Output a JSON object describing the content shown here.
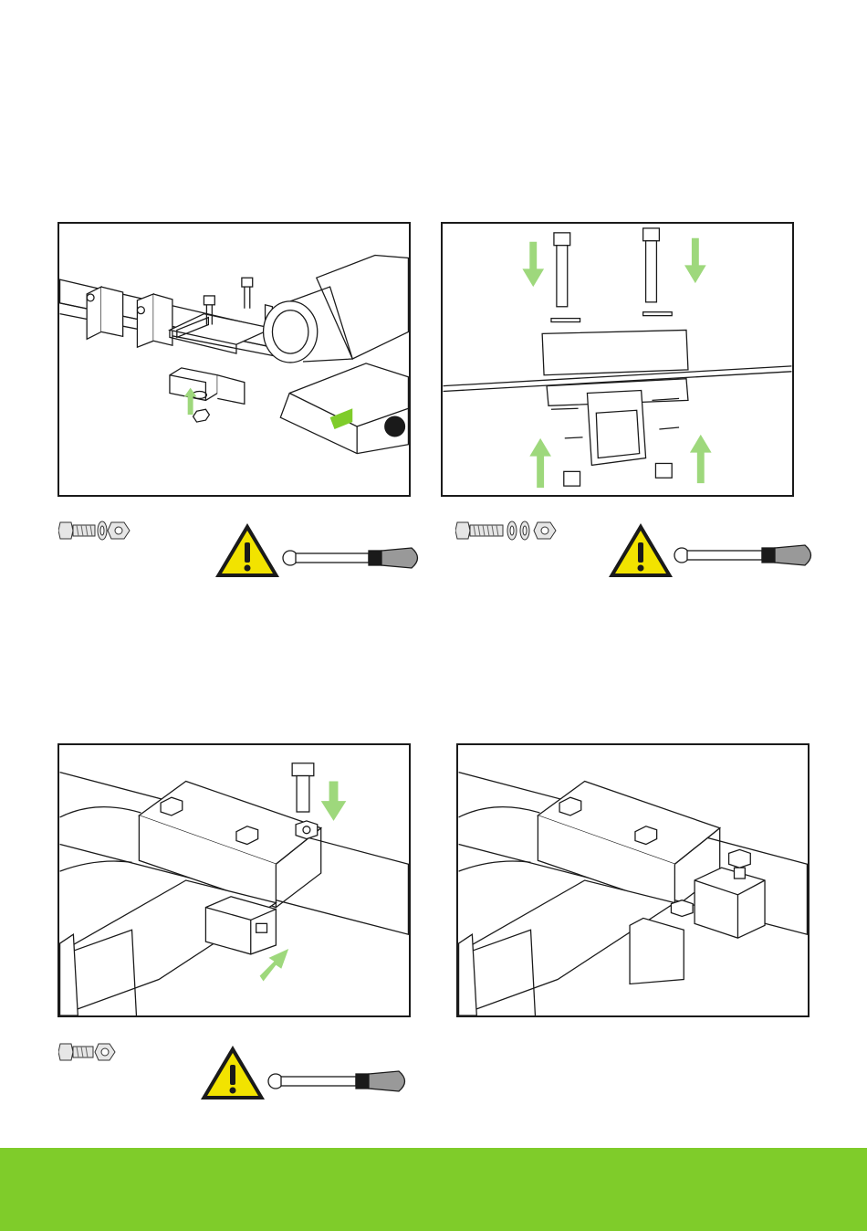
{
  "colors": {
    "accent_green": "#7fcc2a",
    "arrow_green": "#9ed87c",
    "line": "#1a1a1a",
    "warning_yellow": "#f2e300"
  },
  "steps": [
    {
      "id": 1,
      "hardware": [
        "bolt",
        "washer",
        "lock-nut"
      ],
      "has_warning": true,
      "tool": "torque-wrench"
    },
    {
      "id": 2,
      "hardware": [
        "bolt",
        "washer",
        "washer",
        "lock-nut"
      ],
      "has_warning": true,
      "tool": "torque-wrench"
    },
    {
      "id": 3,
      "hardware": [
        "bolt",
        "lock-nut"
      ],
      "has_warning": true,
      "tool": "torque-wrench"
    },
    {
      "id": 4,
      "hardware": [],
      "has_warning": false,
      "tool": ""
    }
  ],
  "icons": {
    "warning": "warning-triangle-icon",
    "tool": "torque-wrench-icon",
    "arrow": "green-arrow-icon"
  },
  "footer": {
    "text": ""
  }
}
